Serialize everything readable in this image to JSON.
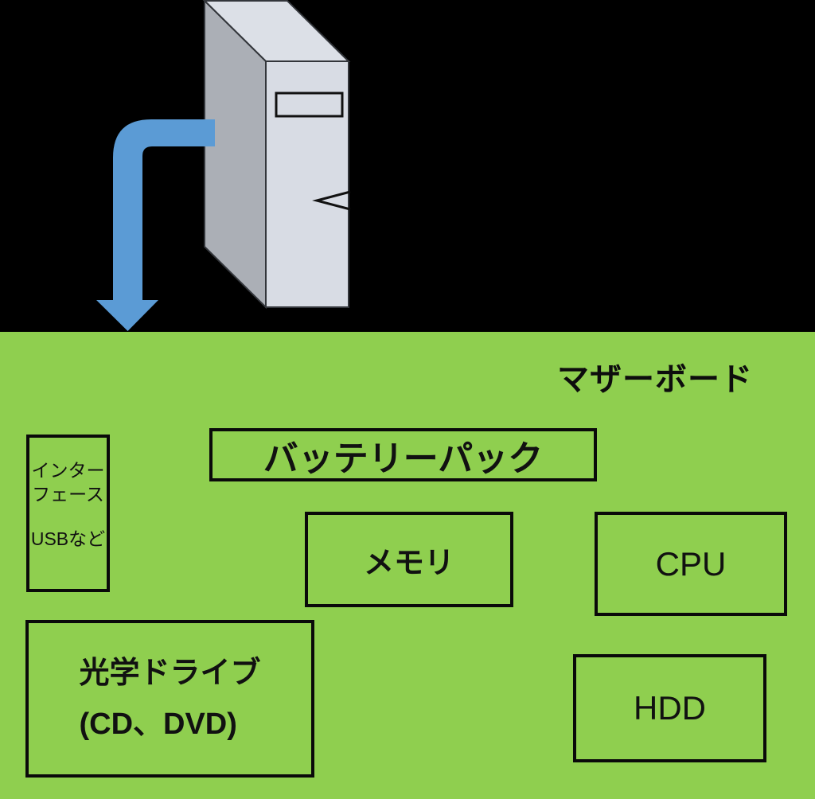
{
  "motherboard": {
    "title": "マザーボード",
    "components": {
      "interface": {
        "line1": "インター",
        "line2": "フェース",
        "line3": "USBなど"
      },
      "battery": {
        "label": "バッテリーパック"
      },
      "memory": {
        "label": "メモリ"
      },
      "cpu": {
        "label": "CPU"
      },
      "optical": {
        "line1": "光学ドライブ",
        "line2": "(CD、DVD)"
      },
      "hdd": {
        "label": "HDD"
      }
    }
  },
  "illustration": {
    "computer": "desktop-tower",
    "arrow": "curved-down-arrow"
  },
  "colors": {
    "background": "#000000",
    "motherboard_green": "#8fcf4f",
    "arrow_blue": "#5b9bd5",
    "tower_front": "#d8dce4",
    "tower_side": "#abafb6",
    "tower_top": "#dce0e7",
    "outline_black": "#0a0a0a"
  }
}
